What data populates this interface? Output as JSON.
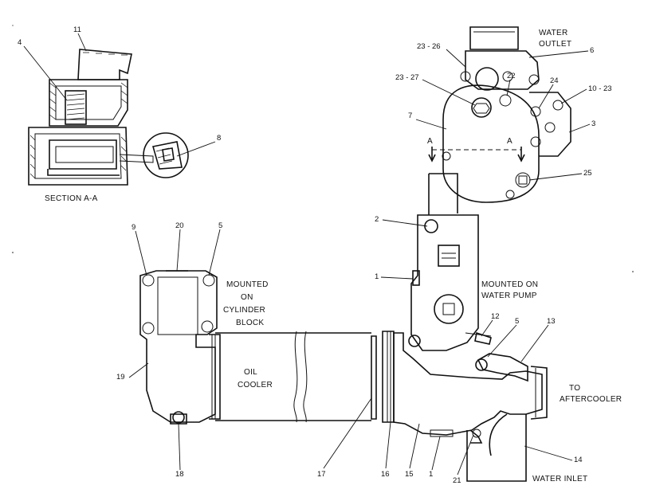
{
  "section_title": "SECTION A-A",
  "section_marks": {
    "left": "A",
    "right": "A"
  },
  "notes": {
    "water_outlet": [
      "WATER",
      "OUTLET"
    ],
    "mounted_block": [
      "MOUNTED",
      "ON",
      "CYLINDER",
      "BLOCK"
    ],
    "oil_cooler": [
      "OIL",
      "COOLER"
    ],
    "mounted_pump": [
      "MOUNTED ON",
      "WATER PUMP"
    ],
    "to_aftercooler": [
      "TO",
      "AFTERCOOLER"
    ],
    "water_inlet": "WATER INLET"
  },
  "callouts": {
    "c11": "11",
    "c4": "4",
    "c8": "8",
    "c23_26": "23 - 26",
    "c6": "6",
    "c23_27": "23 - 27",
    "c22": "22",
    "c24": "24",
    "c10_23": "10 - 23",
    "c7": "7",
    "c3": "3",
    "c25": "25",
    "c2": "2",
    "c1a": "1",
    "c12": "12",
    "c5a": "5",
    "c13": "13",
    "c9": "9",
    "c20": "20",
    "c5b": "5",
    "c19": "19",
    "c18": "18",
    "c17": "17",
    "c16": "16",
    "c15": "15",
    "c1b": "1",
    "c21": "21",
    "c14": "14"
  }
}
